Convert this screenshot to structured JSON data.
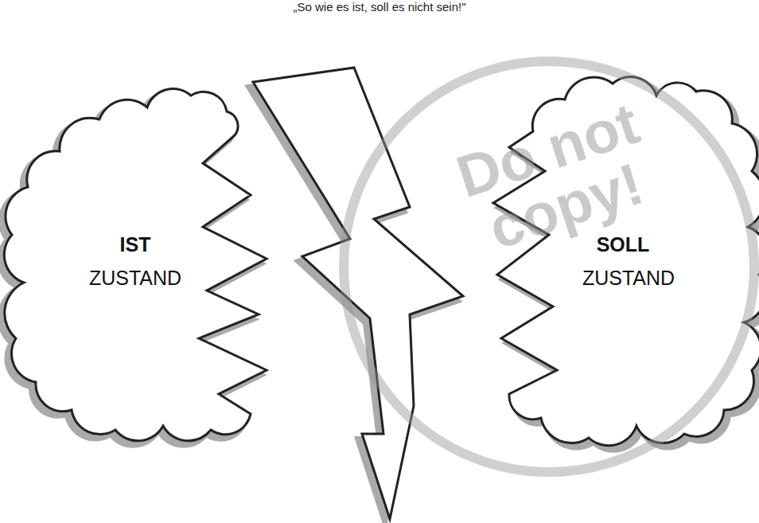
{
  "diagram": {
    "title": "„So wie es ist, soll es nicht sein!\"",
    "nodes": [
      {
        "text": [
          "IST",
          "ZUSTAND"
        ]
      },
      {
        "text": [
          "SOLL",
          "ZUSTAND"
        ]
      }
    ],
    "labels": [
      "Do not copy!"
    ]
  }
}
